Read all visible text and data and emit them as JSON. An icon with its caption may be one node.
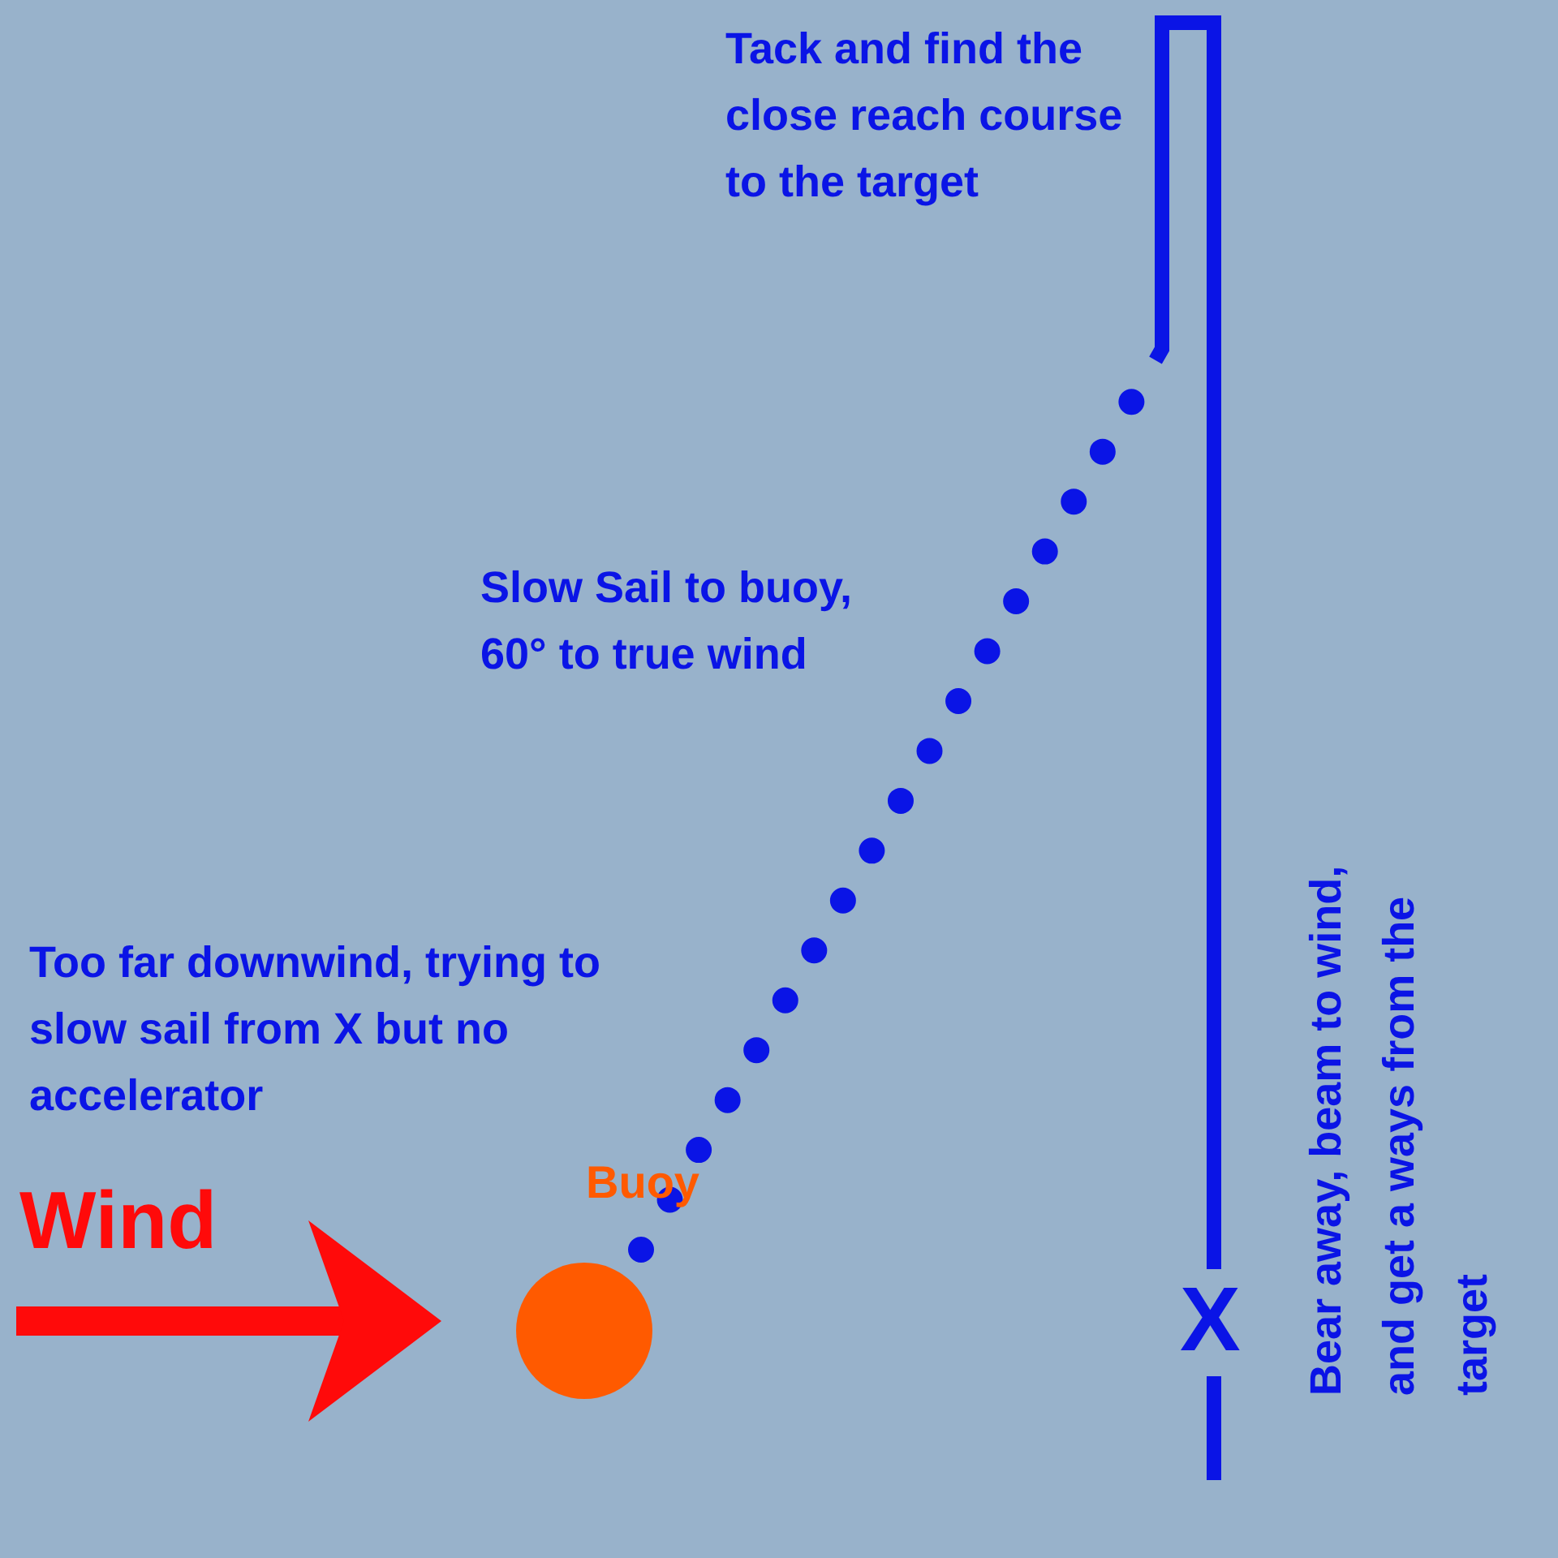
{
  "diagram": {
    "labels": [
      "Tack and find the close reach course to the target",
      "Slow Sail to buoy, 60° to true wind",
      "Too far downwind, trying to slow sail from X but no accelerator",
      "Buoy",
      "Wind",
      "X",
      "Bear away, beam to wind, and get a ways from the target"
    ]
  }
}
